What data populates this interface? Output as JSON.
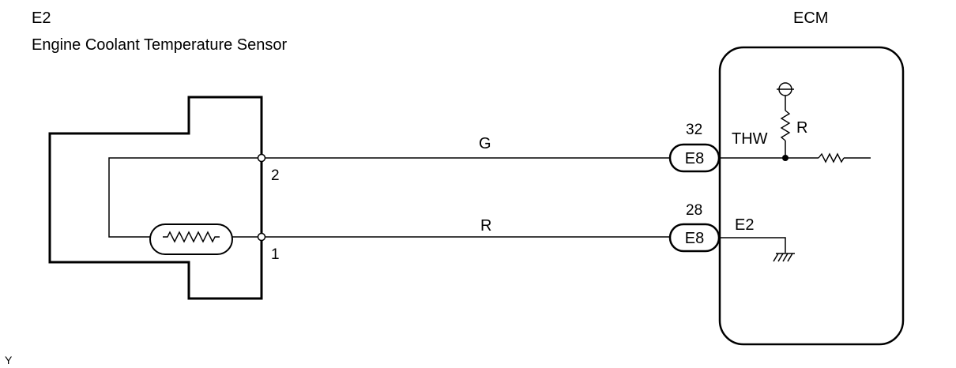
{
  "sensor": {
    "code": "E2",
    "name": "Engine Coolant Temperature Sensor",
    "pins": {
      "upper": "2",
      "lower": "1"
    }
  },
  "ecm": {
    "title": "ECM",
    "connectors": [
      {
        "pin": "32",
        "id": "E8",
        "signal": "THW"
      },
      {
        "pin": "28",
        "id": "E8",
        "signal": "E2"
      }
    ],
    "pullup_label": "R"
  },
  "wires": {
    "upper_color": "G",
    "lower_color": "R"
  },
  "footer": {
    "mark": "Y"
  }
}
